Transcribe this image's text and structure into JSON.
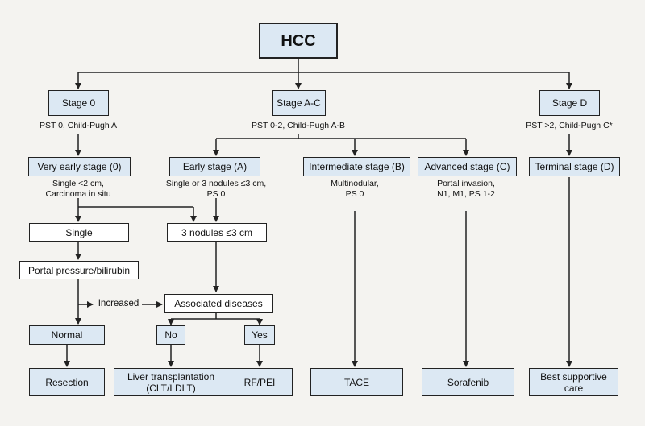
{
  "title": "HCC",
  "stages": {
    "stage0": "Stage 0",
    "stageAC": "Stage A-C",
    "stageD": "Stage D"
  },
  "stage_notes": {
    "stage0": "PST 0, Child-Pugh A",
    "stageAC": "PST 0-2, Child-Pugh A-B",
    "stageD": "PST >2, Child-Pugh C*"
  },
  "substages": {
    "very_early": "Very early stage (0)",
    "early": "Early stage (A)",
    "intermediate": "Intermediate stage (B)",
    "advanced": "Advanced stage (C)",
    "terminal": "Terminal stage (D)"
  },
  "substage_notes": {
    "very_early_1": "Single <2 cm,",
    "very_early_2": "Carcinoma in situ",
    "early_1": "Single or 3 nodules ≤3 cm,",
    "early_2": "PS 0",
    "intermediate_1": "Multinodular,",
    "intermediate_2": "PS 0",
    "advanced_1": "Portal invasion,",
    "advanced_2": "N1, M1, PS 1-2"
  },
  "decisions": {
    "single": "Single",
    "three_nodules": "3 nodules ≤3 cm",
    "portal_pressure": "Portal pressure/bilirubin",
    "increased": "Increased",
    "associated_diseases": "Associated diseases",
    "normal": "Normal",
    "no": "No",
    "yes": "Yes"
  },
  "treatments": {
    "resection": "Resection",
    "liver_tx_1": "Liver transplantation",
    "liver_tx_2": "(CLT/LDLT)",
    "rf_pei": "RF/PEI",
    "tace": "TACE",
    "sorafenib": "Sorafenib",
    "bsc_1": "Best supportive",
    "bsc_2": "care"
  },
  "colors": {
    "box_fill": "#dce8f3",
    "line": "#222222",
    "background": "#f4f3f0"
  }
}
